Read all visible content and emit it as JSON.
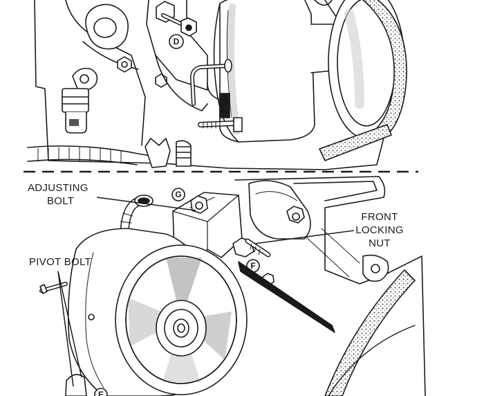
{
  "labels": {
    "adjusting_bolt": {
      "line1": "ADJUSTING",
      "line2": "BOLT"
    },
    "pivot_bolt": "PIVOT BOLT",
    "front_locking_nut": {
      "line1": "FRONT",
      "line2": "LOCKING",
      "line3": "NUT"
    }
  },
  "callouts": {
    "d": "D",
    "g": "G",
    "f": "F",
    "e": "E"
  },
  "colors": {
    "ink": "#1a1a1a",
    "shade": "#9a9a9a",
    "light_shade": "#d6d6d6",
    "paper": "#ffffff"
  }
}
